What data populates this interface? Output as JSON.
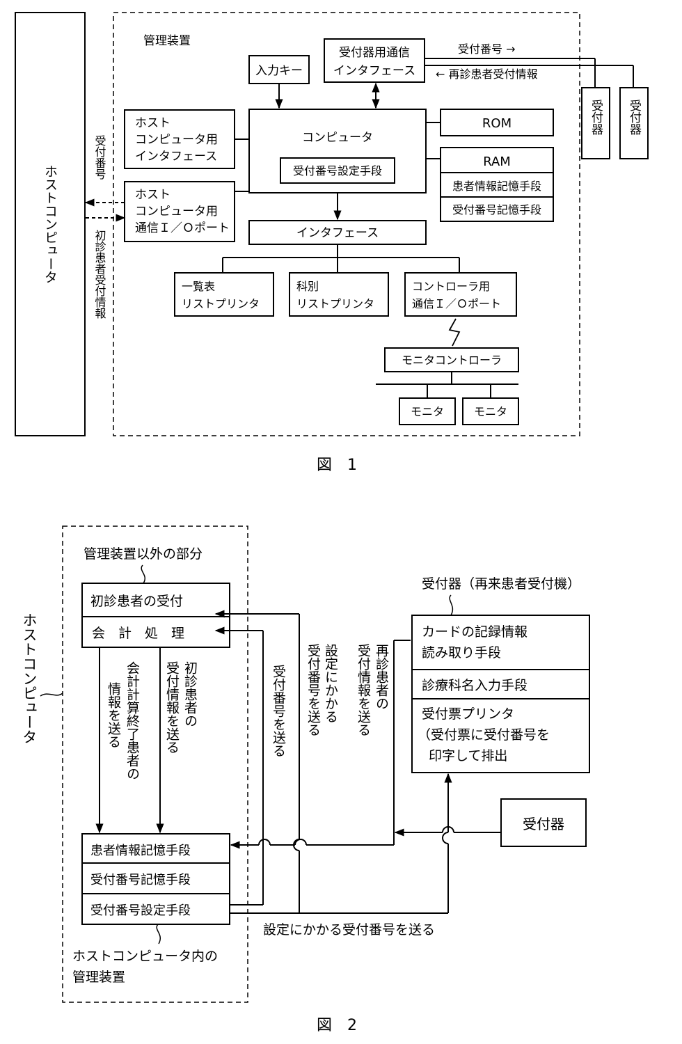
{
  "figure1": {
    "caption": "図　1",
    "host_computer": "ホストコンピュータ",
    "management_device": "管理装置",
    "input_key": "入力キー",
    "reception_comm_if": [
      "受付器用通信",
      "インタフェース"
    ],
    "arrow_reception_number": "受付番号 →",
    "arrow_revisit_info": "← 再診患者受付情報",
    "receptor_1": "受付器",
    "receptor_2": "受付器",
    "host_if": [
      "ホスト",
      "コンピュータ用",
      "インタフェース"
    ],
    "computer": "コンピュータ",
    "number_setting_means": "受付番号設定手段",
    "rom": "ROM",
    "ram": "RAM",
    "patient_info_storage": "患者情報記憶手段",
    "number_storage": "受付番号記憶手段",
    "host_io_port": [
      "ホスト",
      "コンピュータ用",
      "通信Ｉ／Ｏポート"
    ],
    "side_reception_number": "受付番号",
    "side_first_visit_info": "初診患者受付情報",
    "interface": "インタフェース",
    "summary_printer": [
      "一覧表",
      "リストプリンタ"
    ],
    "dept_printer": [
      "科別",
      "リストプリンタ"
    ],
    "controller_port": [
      "コントローラ用",
      "通信Ｉ／Ｏポート"
    ],
    "monitor_controller": "モニタコントローラ",
    "monitor_1": "モニタ",
    "monitor_2": "モニタ"
  },
  "figure2": {
    "caption": "図　2",
    "host_computer": "ホストコンピュータ",
    "outside_part": "管理装置以外の部分",
    "first_visit_reception": "初診患者の受付",
    "accounting": "会　計　処　理",
    "send_accounting": [
      "会計計算終了患者の",
      "情報を送る"
    ],
    "send_first_visit": [
      "初診患者の",
      "受付情報を送る"
    ],
    "send_number": "受付番号を送る",
    "send_set_number": [
      "設定にかかる",
      "受付番号を送る"
    ],
    "send_revisit": [
      "再診患者の",
      "受付情報を送る"
    ],
    "receptor_title": "受付器（再来患者受付機）",
    "card_reader": [
      "カードの記録情報",
      "読み取り手段"
    ],
    "dept_input": "診療科名入力手段",
    "ticket_printer": [
      "受付票プリンタ",
      "（受付票に受付番号を",
      "印字して排出"
    ],
    "receptor": "受付器",
    "patient_info_storage": "患者情報記憶手段",
    "number_storage": "受付番号記憶手段",
    "number_setting": "受付番号設定手段",
    "bottom_send_set_number": "設定にかかる受付番号を送る",
    "inner_management": [
      "ホストコンピュータ内の",
      "管理装置"
    ]
  }
}
